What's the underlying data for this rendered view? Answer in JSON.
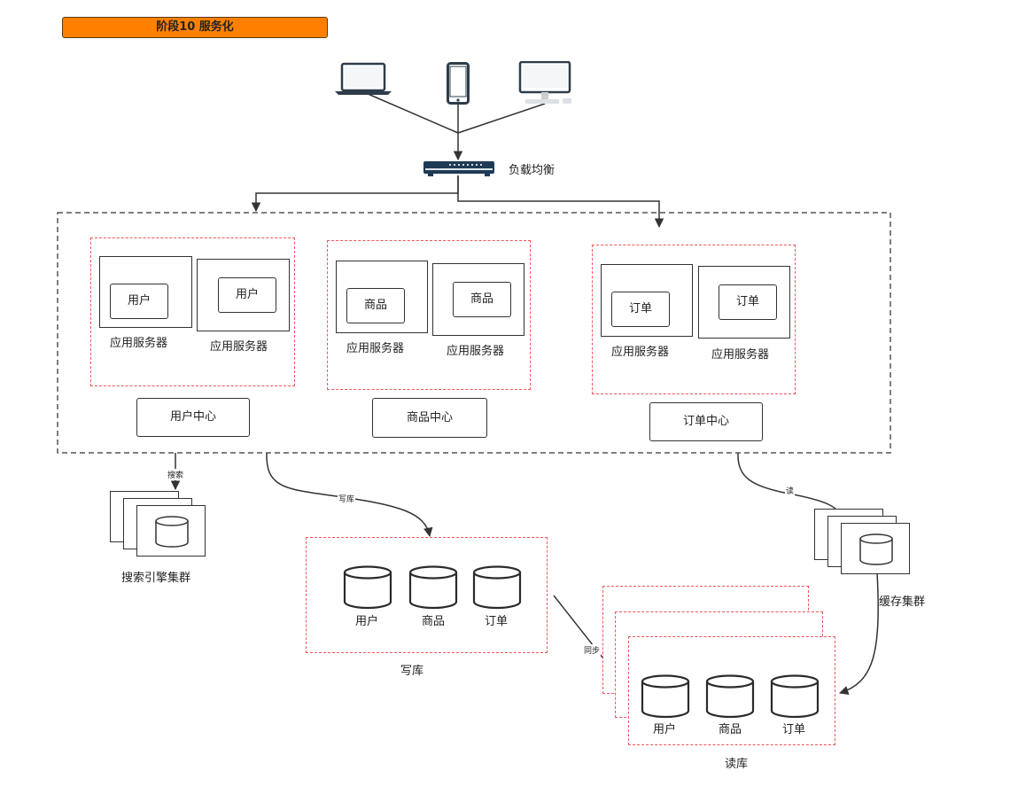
{
  "title": "阶段10 服务化",
  "load_balancer_label": "负载均衡",
  "services": [
    {
      "servers": [
        {
          "inner_label": "用户",
          "caption": "应用服务器"
        },
        {
          "inner_label": "用户",
          "caption": "应用服务器"
        }
      ],
      "center_label": "用户中心"
    },
    {
      "servers": [
        {
          "inner_label": "商品",
          "caption": "应用服务器"
        },
        {
          "inner_label": "商品",
          "caption": "应用服务器"
        }
      ],
      "center_label": "商品中心"
    },
    {
      "servers": [
        {
          "inner_label": "订单",
          "caption": "应用服务器"
        },
        {
          "inner_label": "订单",
          "caption": "应用服务器"
        }
      ],
      "center_label": "订单中心"
    }
  ],
  "edges": {
    "search": "搜索",
    "write": "写库",
    "read": "读",
    "sync": "同步"
  },
  "search_cluster_label": "搜索引擎集群",
  "cache_cluster_label": "缓存集群",
  "write_db": {
    "label": "写库",
    "tables": [
      "用户",
      "商品",
      "订单"
    ]
  },
  "read_db": {
    "label": "读库",
    "tables": [
      "用户",
      "商品",
      "订单"
    ]
  },
  "colors": {
    "title_fill": "#ff8000",
    "dashed_red": "#f0565a",
    "stroke": "#333333",
    "device_dark": "#2e3d4a",
    "switch_fill": "#1f3a55"
  }
}
